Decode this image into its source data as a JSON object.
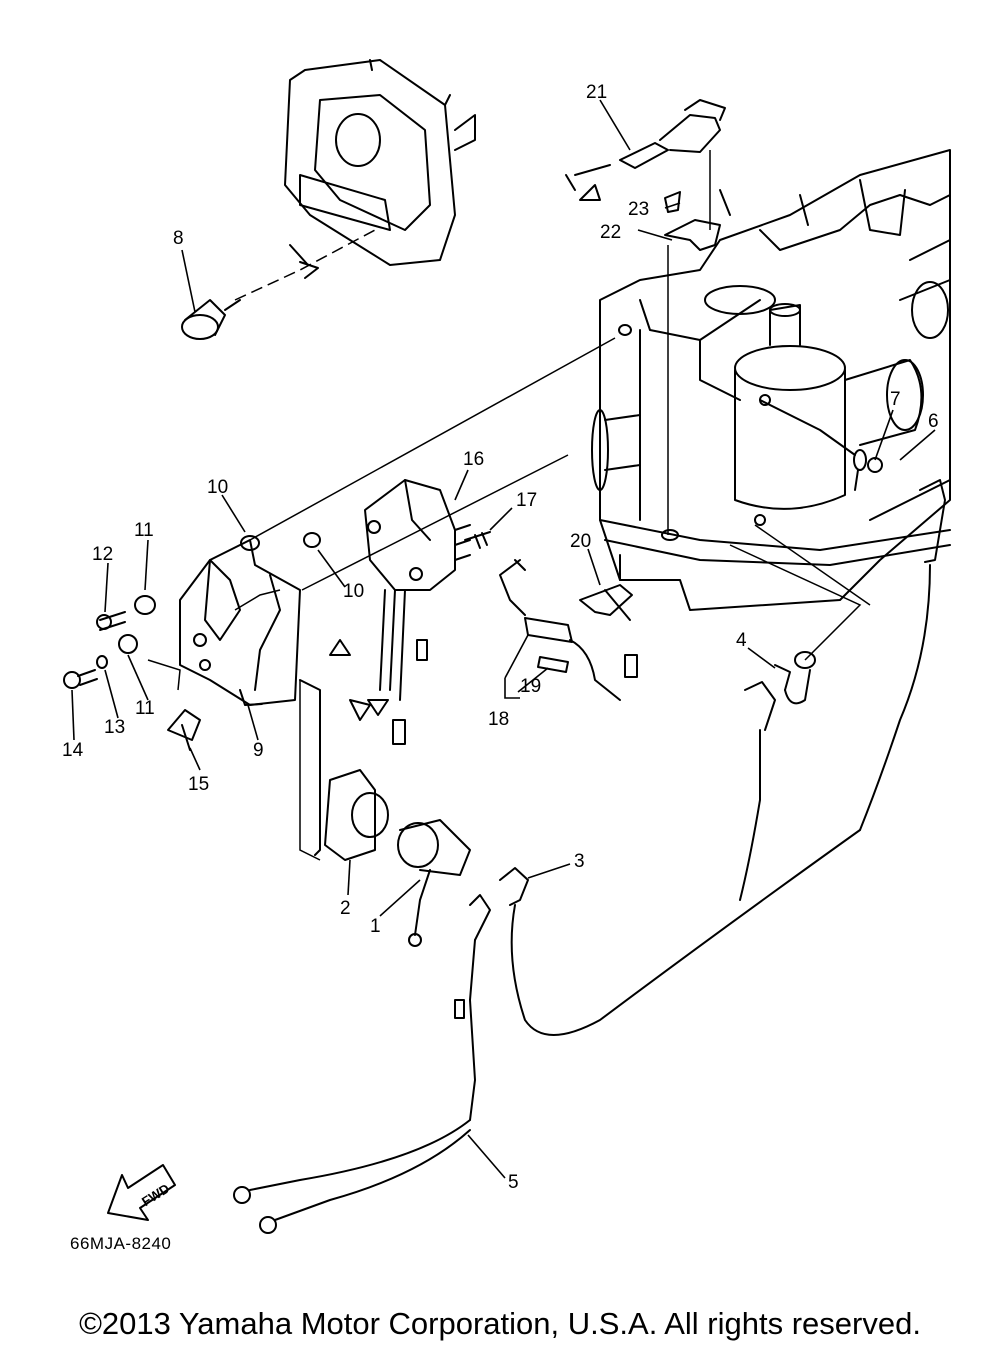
{
  "labels": {
    "p1": "1",
    "p2": "2",
    "p3": "3",
    "p4": "4",
    "p5": "5",
    "p6": "6",
    "p7": "7",
    "p8": "8",
    "p9": "9",
    "p10a": "10",
    "p10b": "10",
    "p11a": "11",
    "p11b": "11",
    "p12": "12",
    "p13": "13",
    "p14": "14",
    "p15": "15",
    "p16": "16",
    "p17": "17",
    "p18": "18",
    "p19": "19",
    "p20": "20",
    "p21": "21",
    "p22": "22",
    "p23": "23"
  },
  "fwd_label": "FWD",
  "part_code": "66MJA-8240",
  "copyright": "©2013 Yamaha Motor Corporation, U.S.A. All rights reserved."
}
